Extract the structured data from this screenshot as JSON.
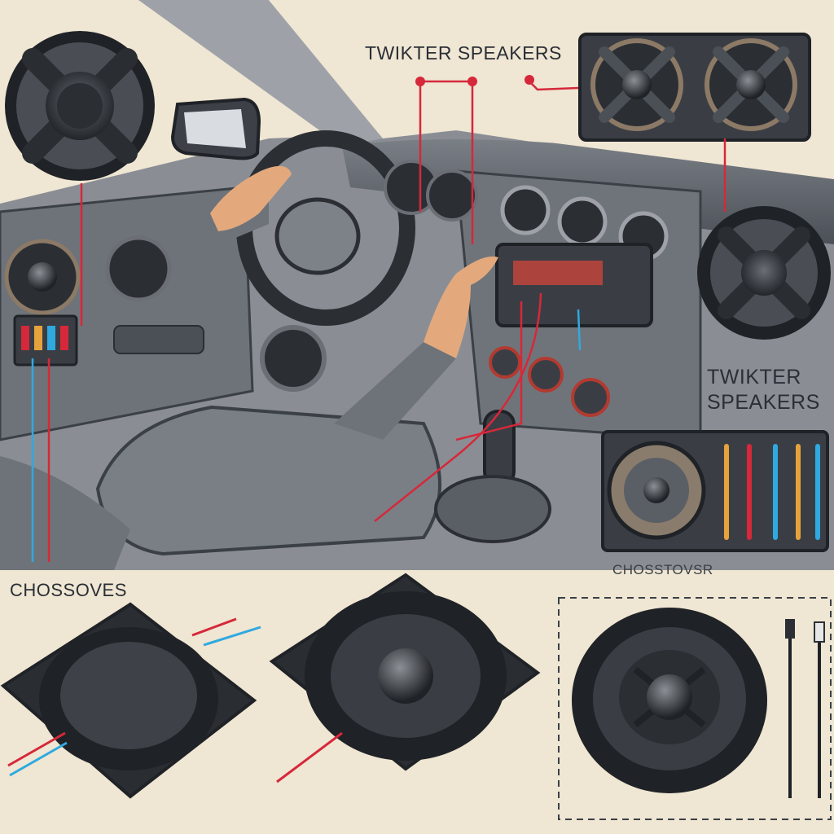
{
  "labels": {
    "tweeter_top": "TWIKTER SPEAKERS",
    "tweeter_right_line1": "TWIKTER",
    "tweeter_right_line2": "SPEAKERS",
    "crossover_left": "CHOSSOVES",
    "crossover_right": "CHOSSTOVSR"
  },
  "colors": {
    "background": "#efe6d3",
    "wire_red": "#d6283a",
    "wire_blue": "#2fa9e0",
    "dash_gray": "#3b4046",
    "speaker_dark": "#1f2226"
  }
}
